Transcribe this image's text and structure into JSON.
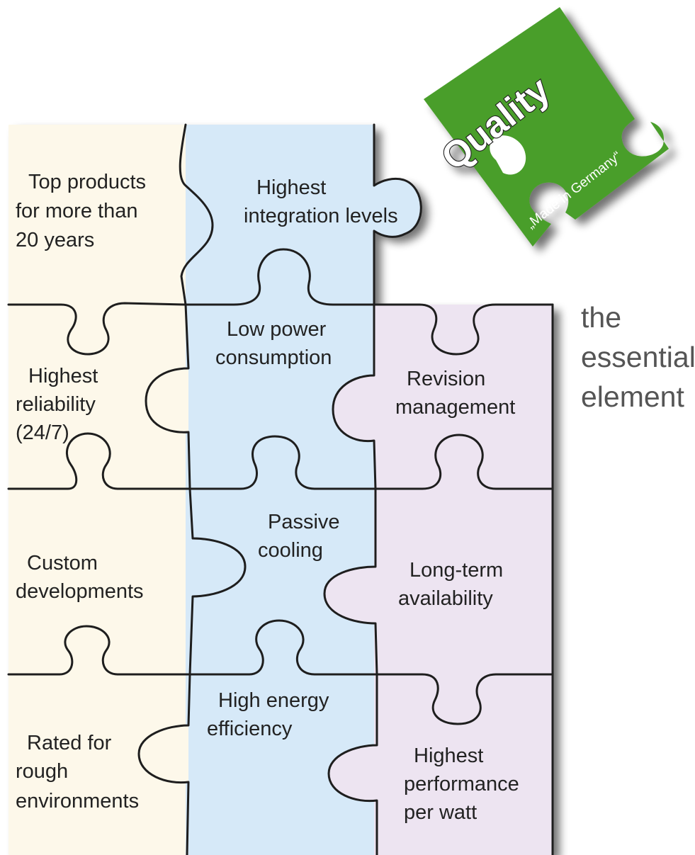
{
  "colors": {
    "cream": "#fdf8ea",
    "blue": "#d6e9f8",
    "lavender": "#ede4f1",
    "green": "#4a9e2b",
    "outline": "#1e1e1e"
  },
  "badge": {
    "title": "Quality",
    "subtitle": "„Made in Germany“"
  },
  "tagline": [
    "the",
    "essential",
    "element"
  ],
  "pieces": {
    "top_products": [
      "Top products",
      "for more than",
      "20 years"
    ],
    "integration": [
      "Highest",
      "integration levels"
    ],
    "low_power": [
      "Low power",
      "consumption"
    ],
    "reliability": [
      "Highest",
      "reliability",
      "(24/7)"
    ],
    "revision": [
      "Revision",
      "management"
    ],
    "passive": [
      "Passive",
      "cooling"
    ],
    "custom": [
      "Custom",
      "developments"
    ],
    "long_term": [
      "Long-term",
      "availability"
    ],
    "energy": [
      "High energy",
      "efficiency"
    ],
    "rough": [
      "Rated for",
      "rough",
      "environments"
    ],
    "performance": [
      "Highest",
      "performance",
      "per watt"
    ]
  }
}
